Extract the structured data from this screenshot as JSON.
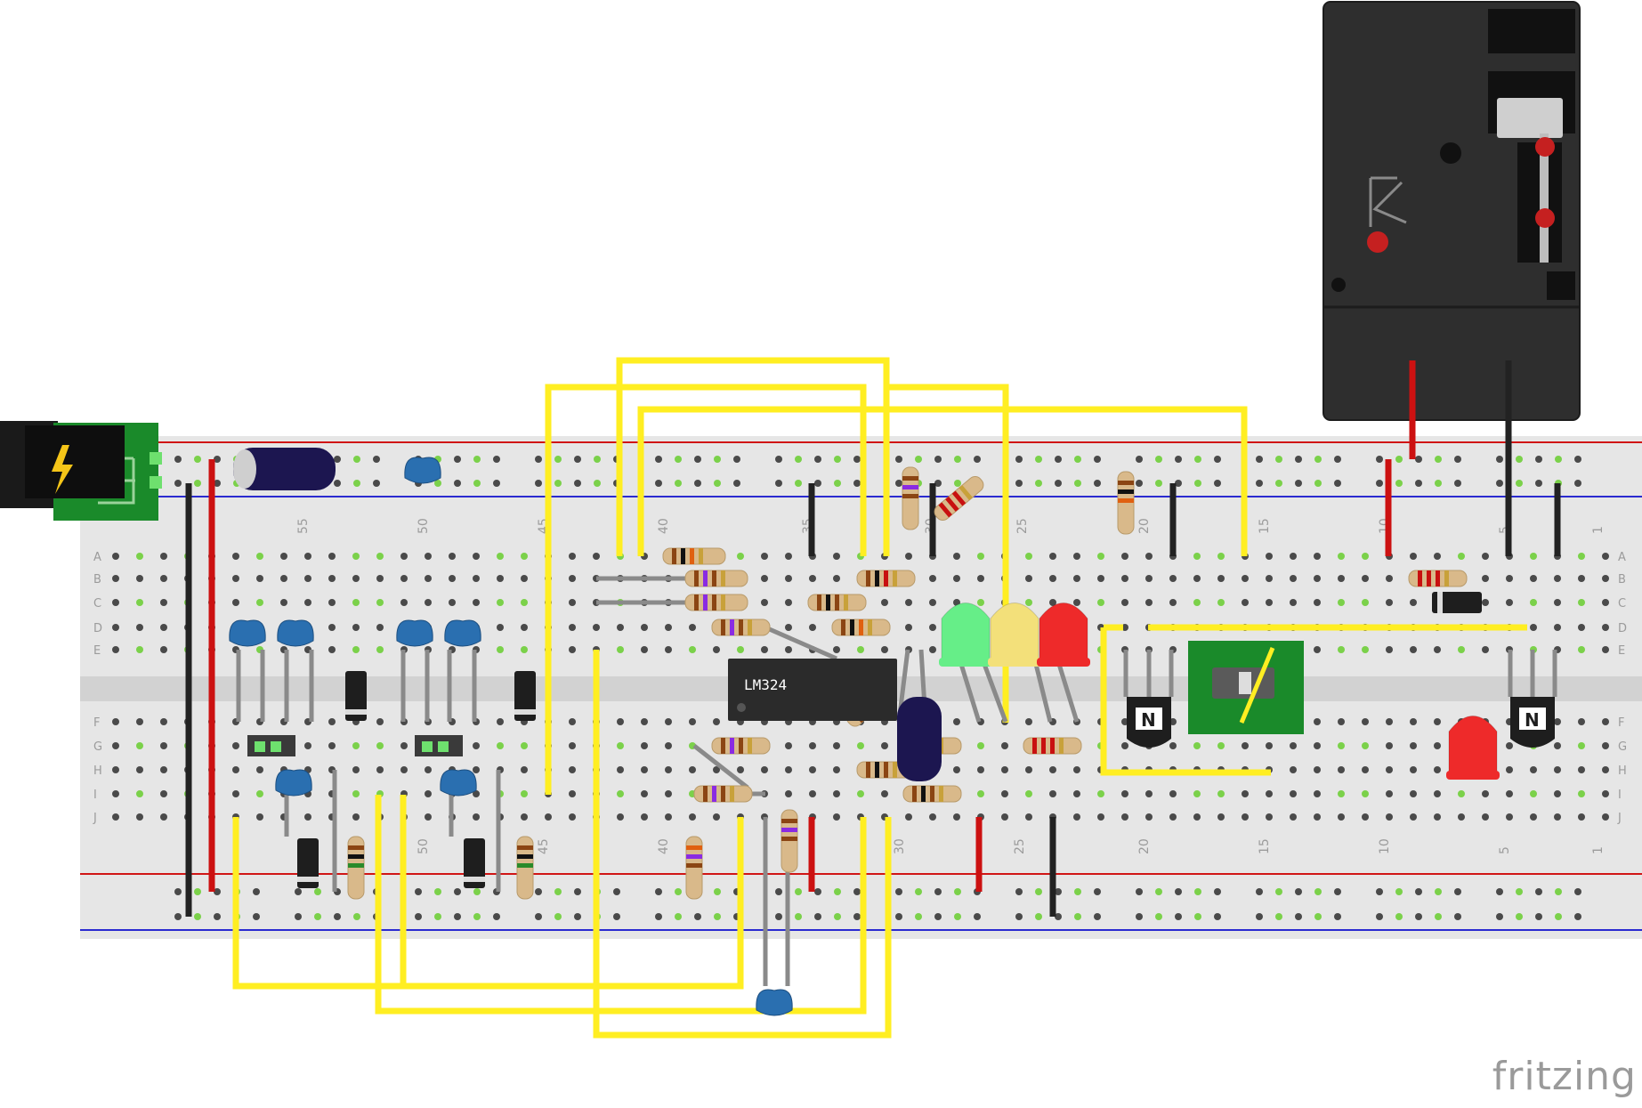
{
  "app": {
    "watermark": "fritzing"
  },
  "breadboard": {
    "row_letters": [
      "A",
      "B",
      "C",
      "D",
      "E",
      "F",
      "G",
      "H",
      "I",
      "J"
    ],
    "column_numbers_top": [
      "55",
      "50",
      "45",
      "40",
      "35",
      "30",
      "25",
      "20",
      "15",
      "10",
      "5",
      "1"
    ],
    "column_numbers_bottom": [
      "50",
      "45",
      "40",
      "30",
      "25",
      "20",
      "15",
      "10",
      "5",
      "1"
    ],
    "colors": {
      "board": "#e6e6e6",
      "hole": "#4a4a4a",
      "connected_hole": "#7bd14a",
      "rail_red": "#d01515",
      "rail_blue": "#2a2ad0"
    }
  },
  "components": {
    "ic": {
      "label": "LM324",
      "color": "#2b2b2b"
    },
    "leds": [
      {
        "name": "green-led",
        "color": "#66ee88"
      },
      {
        "name": "yellow-led",
        "color": "#f3e07a"
      },
      {
        "name": "red-led",
        "color": "#ee2a2a"
      },
      {
        "name": "red-led-right",
        "color": "#ee2a2a"
      }
    ],
    "transistors": [
      {
        "mark": "N"
      },
      {
        "mark": "N"
      }
    ],
    "relay": {
      "color": "#2e2e2e"
    },
    "power_jack": {
      "color": "#1a8a2a",
      "bolt": "#f5c518"
    },
    "wire_colors": {
      "signal": "#ffee22",
      "power": "#cc1111",
      "ground": "#222222",
      "lead": "#8a8a8a"
    }
  }
}
